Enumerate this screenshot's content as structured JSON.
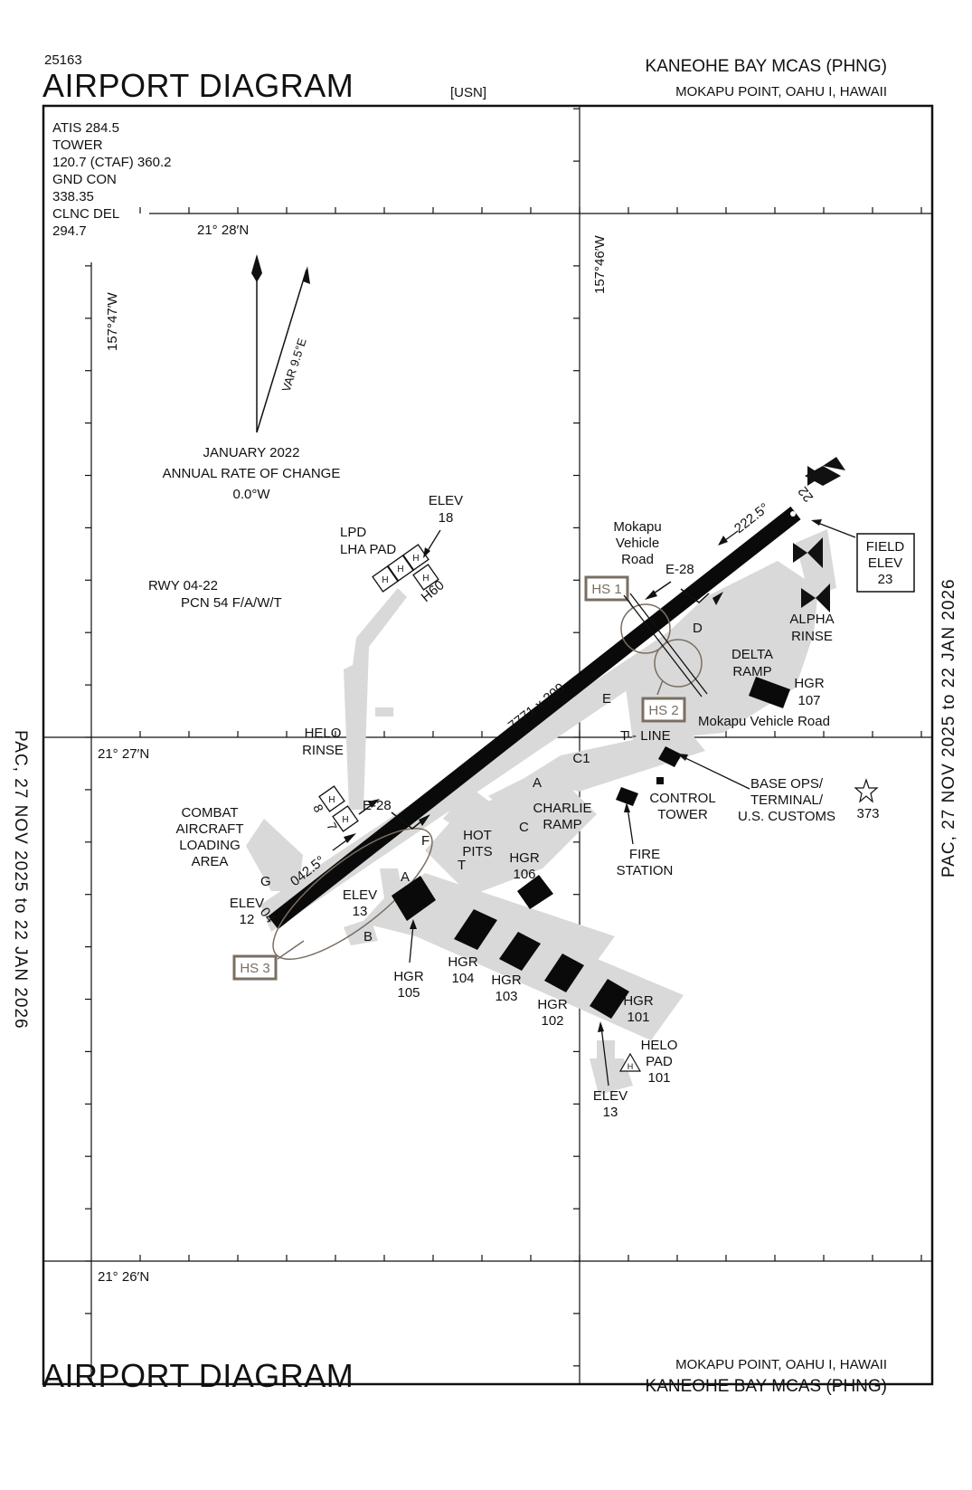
{
  "header": {
    "chart_number": "25163",
    "title": "AIRPORT DIAGRAM",
    "service": "[USN]",
    "airport_name": "KANEOHE BAY MCAS  (PHNG)",
    "location": "MOKAPU POINT, OAHU I, HAWAII"
  },
  "footer": {
    "title": "AIRPORT DIAGRAM",
    "location": "MOKAPU POINT, OAHU I, HAWAII",
    "airport_name": "KANEOHE BAY MCAS  (PHNG)"
  },
  "side_label": "PAC,  27 NOV 2025  to  22 JAN 2026",
  "frequencies": [
    "ATIS  284.5",
    "TOWER",
    "120.7 (CTAF) 360.2",
    "GND CON",
    "338.35",
    "CLNC DEL",
    "294.7"
  ],
  "grid": {
    "lat_top": "21° 28′N",
    "lat_mid": "21° 27′N",
    "lat_bot": "21° 26′N",
    "lon_left": "157°47′W",
    "lon_right": "157°46′W"
  },
  "magnetic": {
    "var": "VAR 9.5°E",
    "date": "JANUARY 2022",
    "rate_label": "ANNUAL RATE OF CHANGE",
    "rate": "0.0°W"
  },
  "runway": {
    "info_1": "RWY 04-22",
    "info_2": "PCN 54 F/A/W/T",
    "dimensions": "7771 x 200",
    "end_04": "04",
    "end_22": "22",
    "hdg_04": "042.5°",
    "hdg_22": "222.5°"
  },
  "labels": {
    "elev18_a": "ELEV",
    "elev18_b": "18",
    "lpd_a": "LPD",
    "lpd_b": "LHA PAD",
    "h60": "H60",
    "helo_rinse_a": "HELO",
    "helo_rinse_b": "RINSE",
    "combat_a": "COMBAT",
    "combat_b": "AIRCRAFT",
    "combat_c": "LOADING",
    "combat_d": "AREA",
    "e28_left": "E-28",
    "e28_right": "E-28",
    "mokapu_a": "Mokapu",
    "mokapu_b": "Vehicle",
    "mokapu_c": "Road",
    "mokapu_road": "Mokapu Vehicle Road",
    "hs1": "HS 1",
    "hs2": "HS 2",
    "hs3": "HS 3",
    "field_a": "FIELD",
    "field_b": "ELEV",
    "field_c": "23",
    "alpha_a": "ALPHA",
    "alpha_b": "RINSE",
    "delta_a": "DELTA",
    "delta_b": "RAMP",
    "hgr107_a": "HGR",
    "hgr107_b": "107",
    "twy_D": "D",
    "twy_E": "E",
    "twy_A": "A",
    "twy_A2": "A",
    "twy_B": "B",
    "twy_C": "C",
    "twy_C1": "C1",
    "twy_F": "F",
    "twy_G": "G",
    "twy_T": "T",
    "tline": "T - LINE",
    "base_a": "BASE OPS/",
    "base_b": "TERMINAL/",
    "base_c": "U.S. CUSTOMS",
    "tower_a": "CONTROL",
    "tower_b": "TOWER",
    "obst": "373",
    "fire_a": "FIRE",
    "fire_b": "STATION",
    "charlie_a": "CHARLIE",
    "charlie_b": "RAMP",
    "hot_a": "HOT",
    "hot_b": "PITS",
    "hgr106_a": "HGR",
    "hgr106_b": "106",
    "elev13a_a": "ELEV",
    "elev13a_b": "13",
    "elev12_a": "ELEV",
    "elev12_b": "12",
    "hgr105_a": "HGR",
    "hgr105_b": "105",
    "hgr104_a": "HGR",
    "hgr104_b": "104",
    "hgr103_a": "HGR",
    "hgr103_b": "103",
    "hgr102_a": "HGR",
    "hgr102_b": "102",
    "hgr101_a": "HGR",
    "hgr101_b": "101",
    "helopad_a": "HELO",
    "helopad_b": "PAD",
    "helopad_c": "101",
    "elev13b_a": "ELEV",
    "elev13b_b": "13",
    "pad8": "8",
    "pad7": "7",
    "pad_h": "H"
  },
  "colors": {
    "ink": "#111111",
    "pavement": "#d9d9d9",
    "hotspot": "#7a6e62",
    "runway": "#0a0a0a"
  }
}
